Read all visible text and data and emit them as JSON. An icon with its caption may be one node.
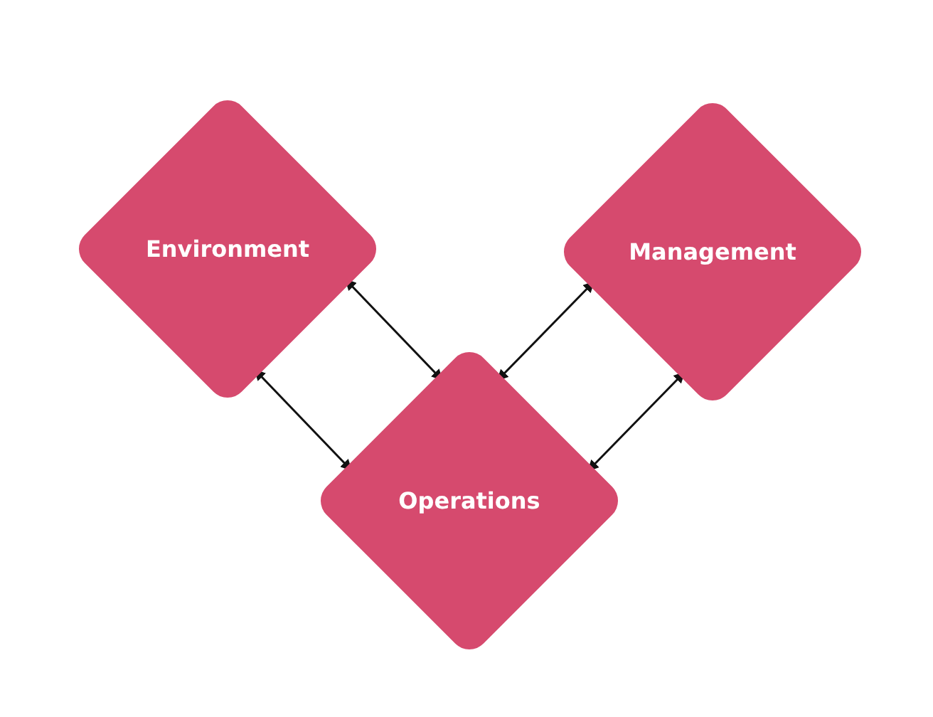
{
  "diagram": {
    "nodes": [
      {
        "text": [
          "Environment"
        ]
      },
      {
        "text": [
          "Management"
        ]
      },
      {
        "text": [
          "Operations"
        ]
      }
    ],
    "edges": [
      {
        "from": 0,
        "to": 2,
        "arrow": "both"
      },
      {
        "from": 0,
        "to": 2,
        "arrow": "both"
      },
      {
        "from": 1,
        "to": 2,
        "arrow": "both"
      },
      {
        "from": 1,
        "to": 2,
        "arrow": "both"
      }
    ]
  }
}
